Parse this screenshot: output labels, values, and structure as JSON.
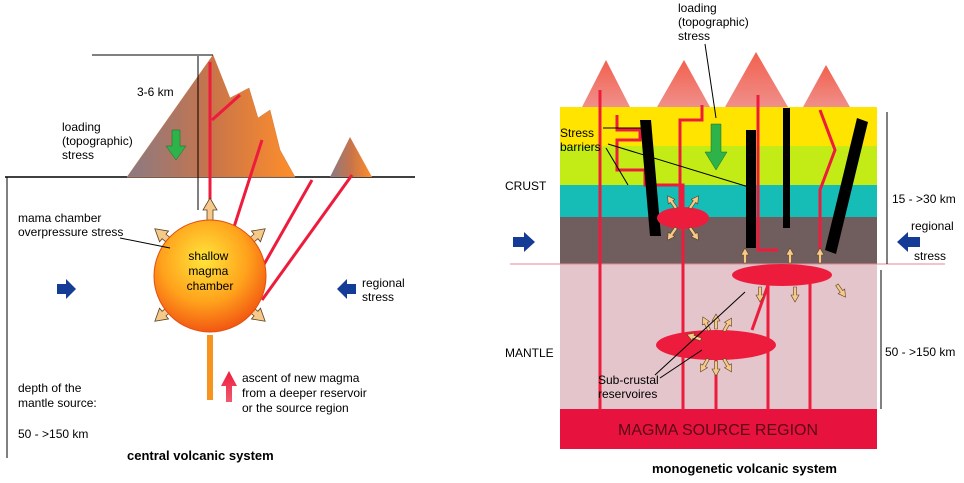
{
  "left_panel": {
    "caption": "central volcanic system",
    "depth_range": "3-6 km",
    "loading_label": [
      "loading",
      "(topographic)",
      "stress"
    ],
    "overpressure_label": [
      "mama chamber",
      "overpressure stress"
    ],
    "chamber_label": [
      "shallow",
      "magma",
      "chamber"
    ],
    "regional_label": [
      "regional",
      "stress"
    ],
    "mantle_depth_label": [
      "depth of the",
      "mantle source:"
    ],
    "mantle_depth_value": "50 - >150 km",
    "ascent_label": [
      "ascent of new magma",
      "from a deeper reservoir",
      "or the source region"
    ]
  },
  "right_panel": {
    "caption": "monogenetic volcanic system",
    "loading_label": [
      "loading",
      "(topographic)",
      "stress"
    ],
    "barriers_label": [
      "Stress",
      "barriers"
    ],
    "crust_label": "CRUST",
    "mantle_label": "MANTLE",
    "crust_depth": "15 - >30 km",
    "mantle_depth": "50 - >150 km",
    "regional_label": [
      "regional",
      "stress"
    ],
    "reservoirs_label": [
      "Sub-crustal",
      "reservoires"
    ],
    "source_region": "MAGMA SOURCE REGION"
  },
  "colors": {
    "magma_red": "#ee1c3c",
    "source_red": "#e8123f",
    "stress_arrow": "#f5c98a",
    "regional_arrow": "#143c96",
    "loading_arrow": "#2db34a",
    "layer_yellow": "#ffe400",
    "layer_lime": "#c3ec17",
    "layer_teal": "#16bdb7",
    "layer_brown": "#705e5f",
    "mantle_pink": "#e3c5cb"
  }
}
